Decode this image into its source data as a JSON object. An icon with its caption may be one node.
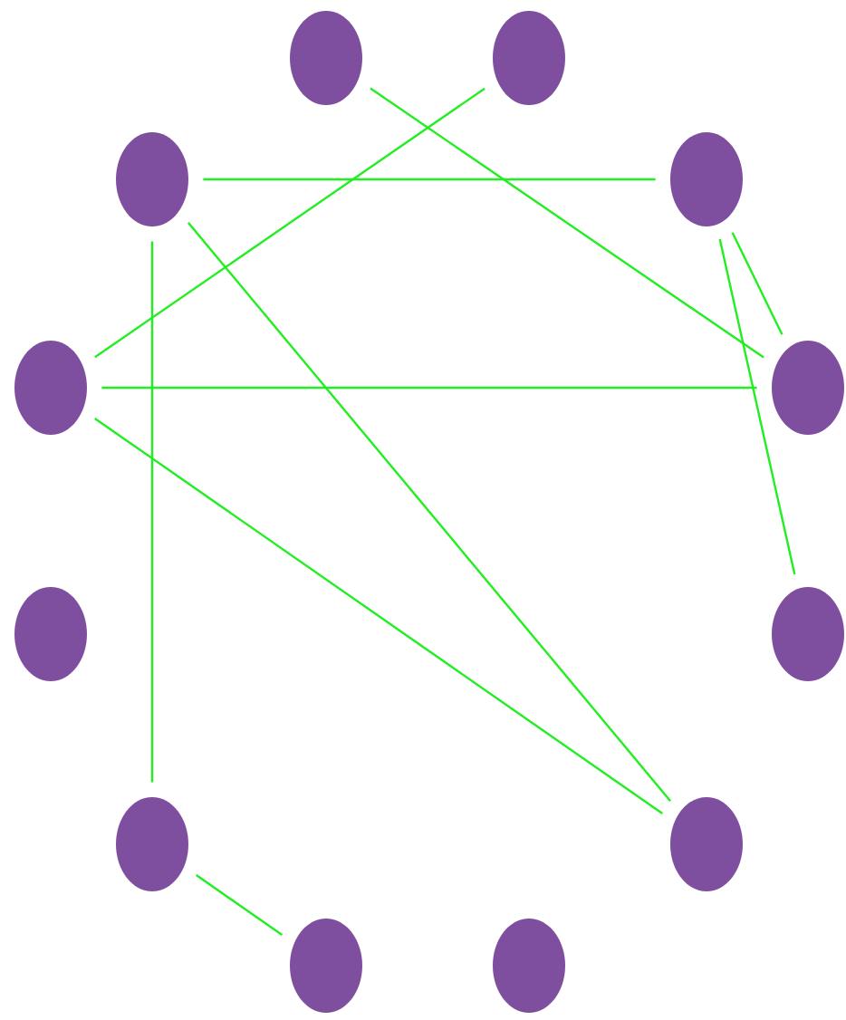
{
  "diagram": {
    "nodes": [
      {
        "text": [],
        "shape": "circle"
      },
      {
        "text": [],
        "shape": "circle"
      },
      {
        "text": [],
        "shape": "circle"
      },
      {
        "text": [],
        "shape": "circle"
      },
      {
        "text": [],
        "shape": "circle"
      },
      {
        "text": [],
        "shape": "circle"
      },
      {
        "text": [],
        "shape": "circle"
      },
      {
        "text": [],
        "shape": "circle"
      },
      {
        "text": [],
        "shape": "circle"
      },
      {
        "text": [],
        "shape": "circle"
      },
      {
        "text": [],
        "shape": "circle"
      },
      {
        "text": [],
        "shape": "circle"
      }
    ],
    "edges": [
      {
        "from": 0,
        "to": 5,
        "arrow": "none"
      },
      {
        "from": 1,
        "to": 4,
        "arrow": "none"
      },
      {
        "from": 2,
        "to": 3,
        "arrow": "none"
      },
      {
        "from": 2,
        "to": 9,
        "arrow": "none"
      },
      {
        "from": 2,
        "to": 8,
        "arrow": "none"
      },
      {
        "from": 3,
        "to": 5,
        "arrow": "none"
      },
      {
        "from": 3,
        "to": 7,
        "arrow": "none"
      },
      {
        "from": 4,
        "to": 5,
        "arrow": "none"
      },
      {
        "from": 4,
        "to": 9,
        "arrow": "none"
      },
      {
        "from": 8,
        "to": 10,
        "arrow": "none"
      }
    ]
  }
}
